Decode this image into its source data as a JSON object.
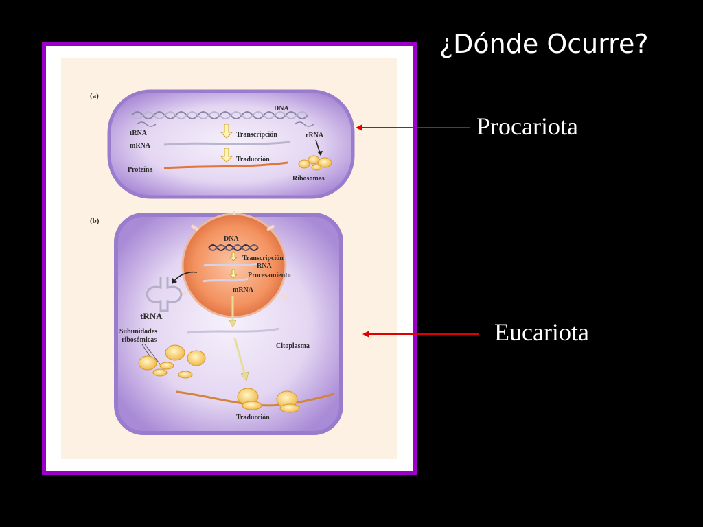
{
  "slide": {
    "title": "¿Dónde Ocurre?",
    "label_prokaryote": "Procariota",
    "label_eukaryote": "Eucariota"
  },
  "figure": {
    "panel_a": {
      "tag": "(a)",
      "dna": "DNA",
      "trna": "tRNA",
      "rrna": "rRNA",
      "mrna": "mRNA",
      "transcription": "Transcripción",
      "translation": "Traducción",
      "protein": "Proteína",
      "ribosomes": "Ribosomas"
    },
    "panel_b": {
      "tag": "(b)",
      "dna": "DNA",
      "transcription": "Transcripción",
      "rna": "RNA",
      "processing": "Procesamiento",
      "mrna": "mRNA",
      "trna": "tRNA",
      "subunits_1": "Subunidades",
      "subunits_2": "ribosómicas",
      "cytoplasm": "Citoplasma",
      "translation": "Traducción"
    }
  },
  "colors": {
    "frame": "#9c00c8",
    "arrow": "#e00000",
    "cell_fill": "#b59bdc",
    "nucleus": "#f08a55"
  }
}
